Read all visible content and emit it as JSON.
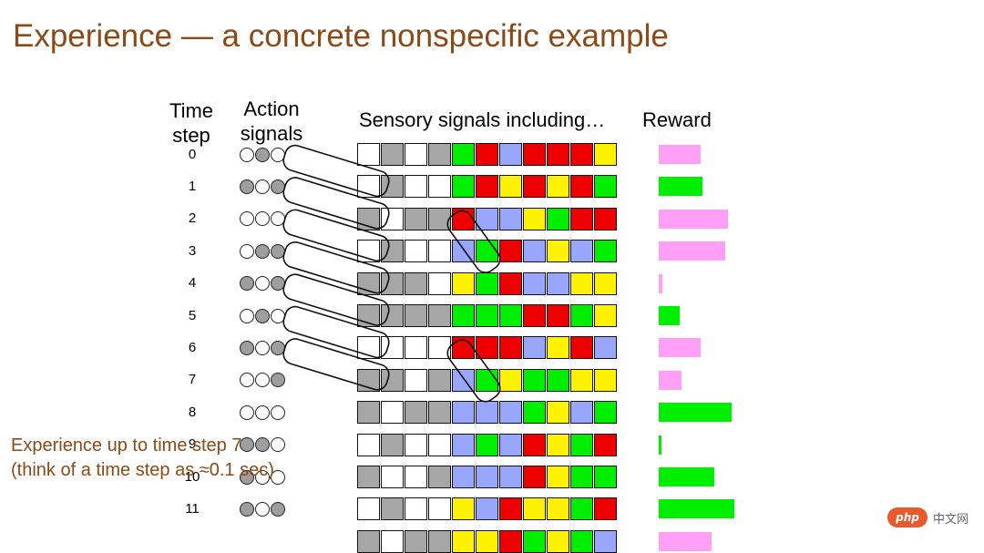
{
  "title": "Experience — a concrete nonspecific example",
  "headers": {
    "time_step": "Time\nstep",
    "action_signals": "Action\nsignals",
    "sensory_signals": "Sensory signals including…",
    "reward": "Reward"
  },
  "colors": {
    "grey": "#a6a6a6",
    "white": "#ffffff",
    "green": "#00ee00",
    "red": "#ee0000",
    "blue": "#98a6fb",
    "yellow": "#fff200",
    "pink": "#ff9ff5",
    "title": "#8c4a16"
  },
  "rows": [
    {
      "step": "0",
      "actions": [
        0,
        1,
        0
      ],
      "sensors": [
        "W",
        "G",
        "W",
        "G",
        "g",
        "r",
        "b",
        "r",
        "r",
        "r",
        "y"
      ],
      "reward": {
        "level": 0.55,
        "color": "pink"
      }
    },
    {
      "step": "1",
      "actions": [
        1,
        0,
        1
      ],
      "sensors": [
        "W",
        "G",
        "W",
        "W",
        "g",
        "r",
        "y",
        "r",
        "y",
        "r",
        "g"
      ],
      "reward": {
        "level": 0.58,
        "color": "green"
      }
    },
    {
      "step": "2",
      "actions": [
        0,
        0,
        0
      ],
      "sensors": [
        "G",
        "W",
        "G",
        "G",
        "r",
        "b",
        "b",
        "y",
        "g",
        "r",
        "r"
      ],
      "reward": {
        "level": 0.92,
        "color": "pink"
      }
    },
    {
      "step": "3",
      "actions": [
        0,
        1,
        1
      ],
      "sensors": [
        "W",
        "G",
        "W",
        "W",
        "b",
        "g",
        "r",
        "b",
        "y",
        "b",
        "g"
      ],
      "reward": {
        "level": 0.88,
        "color": "pink"
      }
    },
    {
      "step": "4",
      "actions": [
        1,
        0,
        1
      ],
      "sensors": [
        "G",
        "G",
        "G",
        "W",
        "y",
        "g",
        "r",
        "b",
        "b",
        "y",
        "y"
      ],
      "reward": {
        "level": 0.05,
        "color": "pink"
      }
    },
    {
      "step": "5",
      "actions": [
        0,
        1,
        0
      ],
      "sensors": [
        "G",
        "G",
        "G",
        "G",
        "g",
        "g",
        "g",
        "r",
        "r",
        "g",
        "y"
      ],
      "reward": {
        "level": 0.28,
        "color": "green"
      }
    },
    {
      "step": "6",
      "actions": [
        1,
        0,
        1
      ],
      "sensors": [
        "W",
        "W",
        "W",
        "W",
        "r",
        "r",
        "r",
        "b",
        "y",
        "r",
        "b"
      ],
      "reward": {
        "level": 0.55,
        "color": "pink"
      }
    },
    {
      "step": "7",
      "actions": [
        0,
        0,
        1
      ],
      "sensors": [
        "G",
        "G",
        "W",
        "G",
        "b",
        "g",
        "y",
        "g",
        "g",
        "y",
        "y"
      ],
      "reward": {
        "level": 0.3,
        "color": "pink"
      }
    },
    {
      "step": "8",
      "actions": [
        0,
        0,
        0
      ],
      "sensors": [
        "G",
        "W",
        "G",
        "G",
        "b",
        "b",
        "b",
        "g",
        "y",
        "b",
        "g"
      ],
      "reward": {
        "level": 0.96,
        "color": "green"
      }
    },
    {
      "step": "9",
      "actions": [
        1,
        1,
        0
      ],
      "sensors": [
        "W",
        "G",
        "W",
        "W",
        "b",
        "g",
        "b",
        "r",
        "y",
        "g",
        "r"
      ],
      "reward": {
        "level": 0.03,
        "color": "green"
      }
    },
    {
      "step": "10",
      "actions": [
        1,
        0,
        0
      ],
      "sensors": [
        "G",
        "W",
        "W",
        "G",
        "b",
        "b",
        "b",
        "r",
        "y",
        "g",
        "g"
      ],
      "reward": {
        "level": 0.74,
        "color": "green"
      }
    },
    {
      "step": "11",
      "actions": [
        1,
        0,
        1
      ],
      "sensors": [
        "W",
        "G",
        "W",
        "W",
        "y",
        "b",
        "r",
        "y",
        "y",
        "g",
        "r"
      ],
      "reward": {
        "level": 1.0,
        "color": "green"
      }
    },
    {
      "step": "",
      "actions": [],
      "sensors": [
        "G",
        "W",
        "G",
        "G",
        "y",
        "y",
        "r",
        "g",
        "y",
        "g",
        "b"
      ],
      "reward": {
        "level": 0.7,
        "color": "pink"
      }
    }
  ],
  "note": {
    "line1": "Experience up to time step 7",
    "line2": "(think of a time step as ≈0.1 sec)"
  },
  "watermark": {
    "logo": "php",
    "text": "中文网"
  }
}
